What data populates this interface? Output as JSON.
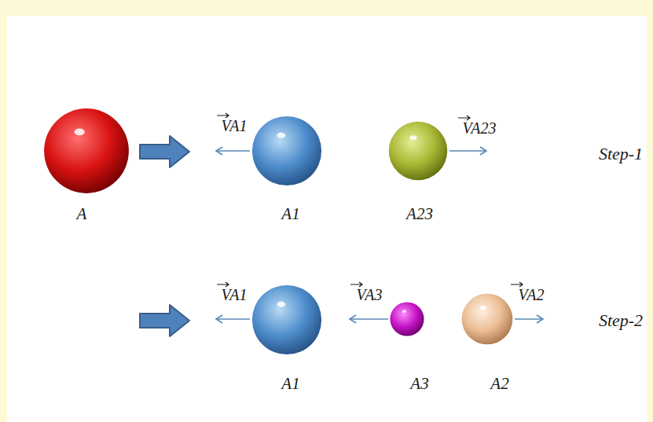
{
  "diagram": {
    "nodes": [
      {
        "text": [
          "A"
        ]
      },
      {
        "text": [
          "A1"
        ]
      },
      {
        "text": [
          "A23"
        ]
      },
      {
        "text": [
          "A1"
        ]
      },
      {
        "text": [
          "A3"
        ]
      },
      {
        "text": [
          "A2"
        ]
      }
    ],
    "labels": [
      "VA1",
      "VA23",
      "Step-1",
      "VA1",
      "VA3",
      "VA2",
      "Step-2"
    ]
  }
}
